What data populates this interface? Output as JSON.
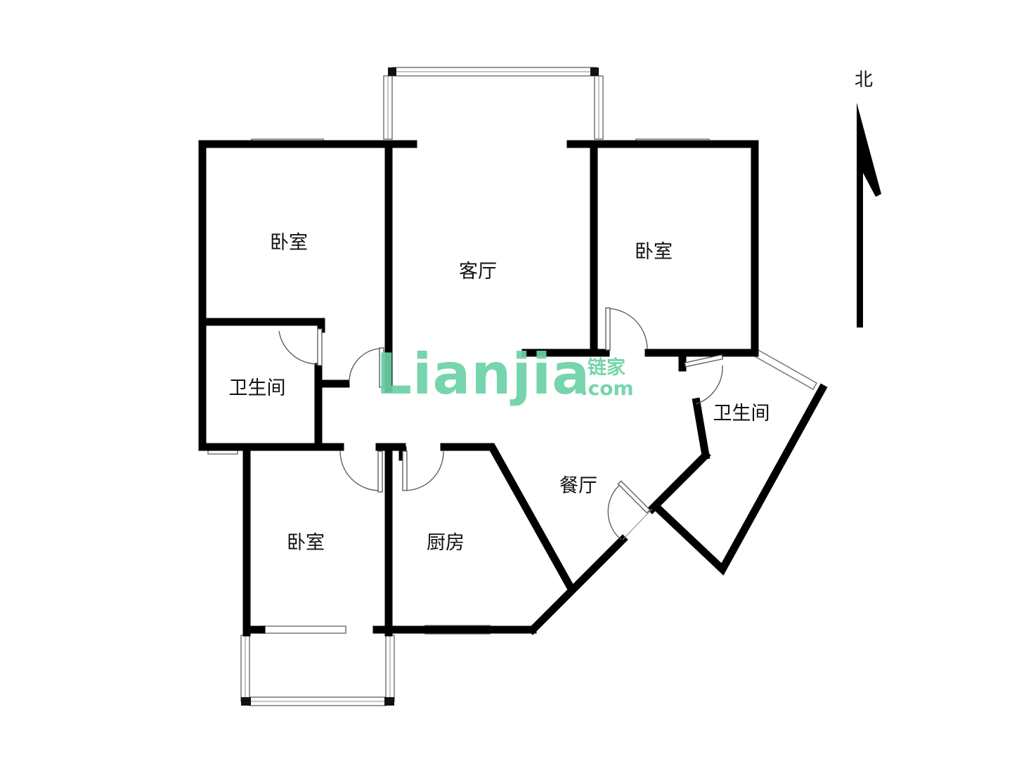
{
  "rooms": {
    "bedroom_nw": "卧室",
    "living_room": "客厅",
    "bedroom_ne": "卧室",
    "bathroom_w": "卫生间",
    "bathroom_e": "卫生间",
    "dining_room": "餐厅",
    "bedroom_sw": "卧室",
    "kitchen": "厨房"
  },
  "compass": {
    "label": "北"
  },
  "watermark": {
    "brand": "Lianjia",
    "cn": "链家",
    "domain": ".com"
  },
  "colors": {
    "wall": "#000000",
    "watermark": "#6bd2a6",
    "background": "#ffffff"
  }
}
